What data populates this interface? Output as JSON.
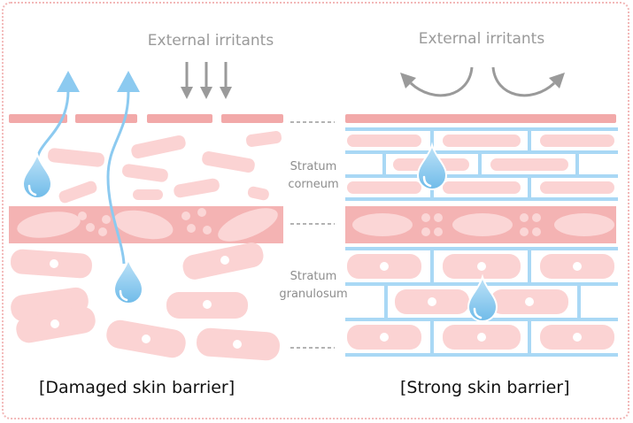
{
  "left_panel": {
    "irritants_label": "External irritants",
    "caption": "[Damaged skin barrier]"
  },
  "right_panel": {
    "irritants_label": "External irritants",
    "caption": "[Strong skin barrier]"
  },
  "layers": {
    "corneum_line1": "Stratum",
    "corneum_line2": "corneum",
    "granulosum_line1": "Stratum",
    "granulosum_line2": "granulosum"
  },
  "colors": {
    "cell_fill": "#fbd3d3",
    "top_membrane": "#f2a9a9",
    "lipid_band": "#f4b3b3",
    "mortar_blue": "#a9d8f5",
    "water_blue": "#8ccaf0",
    "arrow_gray": "#9a9a9a",
    "label_gray": "#8e8e8e",
    "frame_border": "#f2b8b8"
  }
}
